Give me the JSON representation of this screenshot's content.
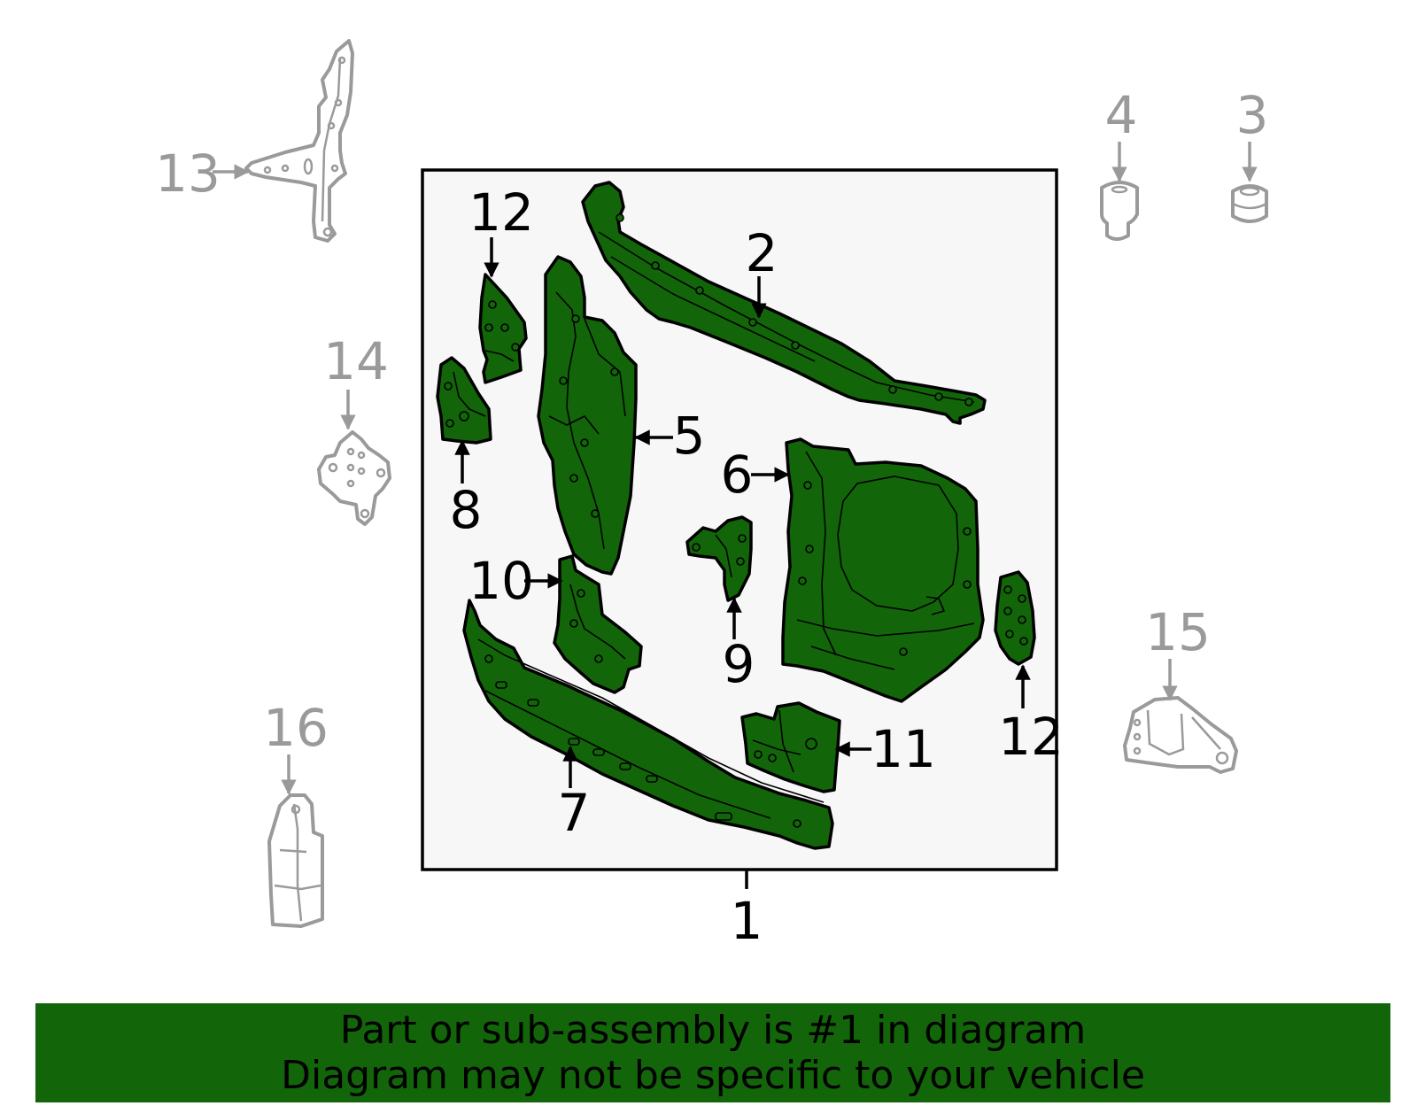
{
  "diagram": {
    "background_color": "#ffffff",
    "panel_color": "#f7f7f7",
    "highlight_color": "#126609",
    "inactive_color": "#9a9a9a",
    "assembly_callout": "1",
    "callouts": {
      "c2": "2",
      "c3": "3",
      "c4": "4",
      "c5": "5",
      "c6": "6",
      "c7": "7",
      "c8": "8",
      "c9": "9",
      "c10": "10",
      "c11": "11",
      "c12_top": "12",
      "c12_right": "12",
      "c13": "13",
      "c14": "14",
      "c15": "15",
      "c16": "16"
    }
  },
  "banner": {
    "line1": "Part or sub-assembly is #1 in diagram",
    "line2": "Diagram may not be specific to your vehicle",
    "background_color": "#126609"
  }
}
